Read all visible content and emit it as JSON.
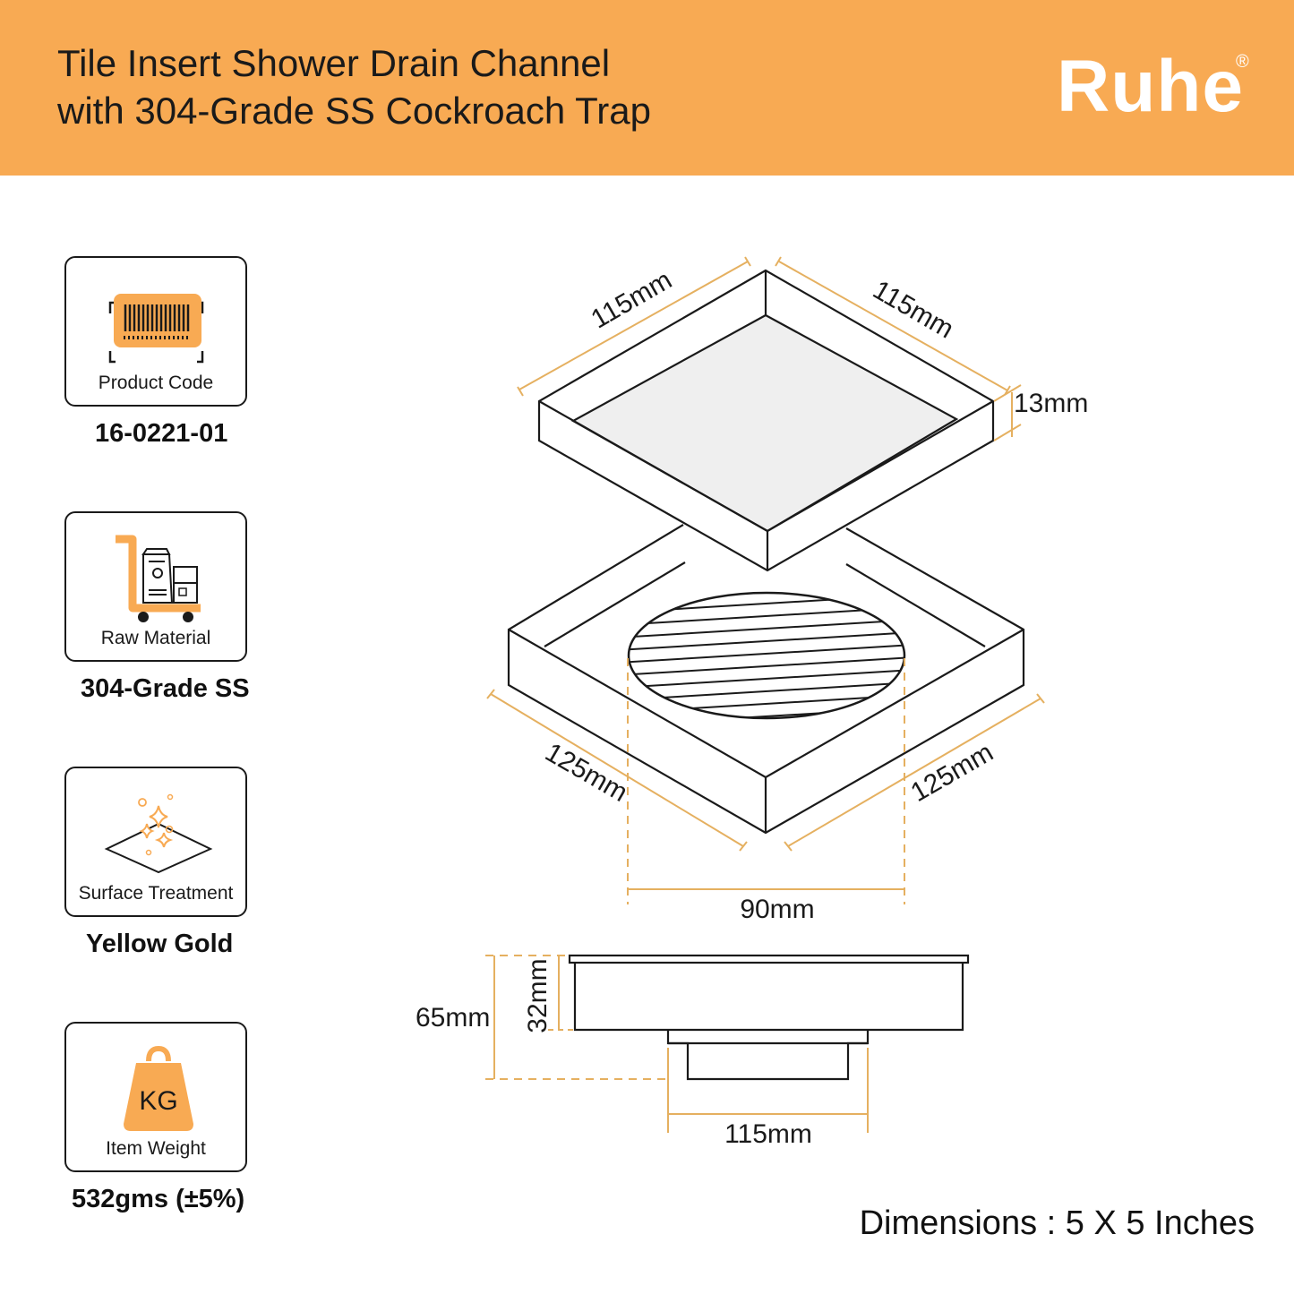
{
  "header": {
    "title_line1": "Tile Insert Shower Drain Channel",
    "title_line2": "with 304-Grade SS Cockroach Trap",
    "brand": "Ruhe",
    "brand_mark": "®"
  },
  "specs": [
    {
      "label": "Product Code",
      "value": "16-0221-01",
      "icon": "barcode-icon"
    },
    {
      "label": "Raw Material",
      "value": "304-Grade SS",
      "icon": "cart-icon"
    },
    {
      "label": "Surface Treatment",
      "value": "Yellow Gold",
      "icon": "sparkle-icon"
    },
    {
      "label": "Item Weight",
      "value": "532gms (±5%)",
      "icon": "weight-icon",
      "icon_text": "KG"
    }
  ],
  "diagram": {
    "top_left": "115mm",
    "top_right": "115mm",
    "top_height": "13mm",
    "base_left": "125mm",
    "base_right": "125mm",
    "grate_width": "90mm",
    "total_height": "65mm",
    "body_height": "32mm",
    "trap_width": "115mm"
  },
  "footer": {
    "dimensions": "Dimensions : 5 X 5 Inches"
  },
  "colors": {
    "accent": "#f8aa53",
    "dimension_line": "#e5b060",
    "outline": "#1a1a1a"
  }
}
